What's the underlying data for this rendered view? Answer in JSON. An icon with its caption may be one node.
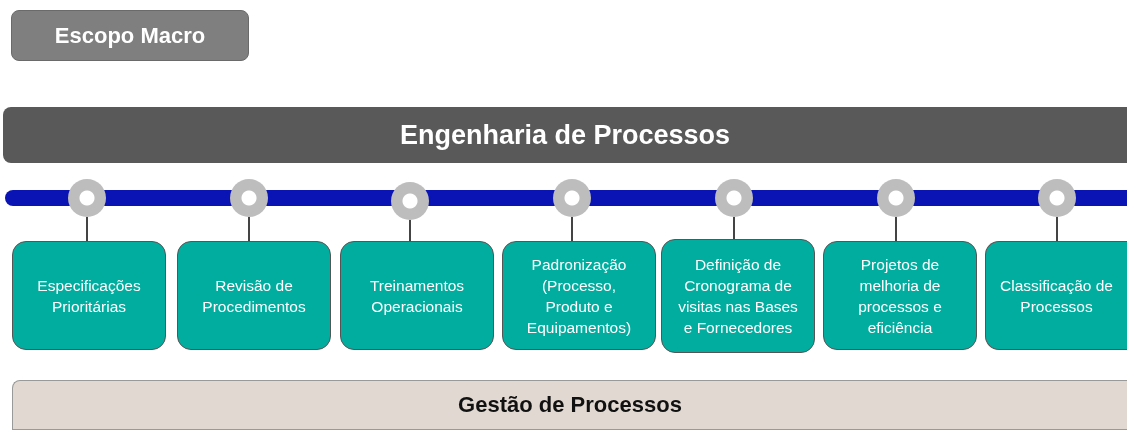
{
  "diagram": {
    "nodes": [
      {
        "text": [
          "Escopo Macro"
        ]
      },
      {
        "text": [
          "Engenharia de Processos"
        ]
      },
      {
        "text": [],
        "shape": "bar"
      },
      {
        "text": [],
        "shape": "circle"
      },
      {
        "text": [],
        "shape": "circle"
      },
      {
        "text": [],
        "shape": "circle"
      },
      {
        "text": [],
        "shape": "circle"
      },
      {
        "text": [],
        "shape": "circle"
      },
      {
        "text": [],
        "shape": "circle"
      },
      {
        "text": [],
        "shape": "circle"
      },
      {
        "text": [
          "Especificações Prioritárias"
        ]
      },
      {
        "text": [
          "Revisão de Procedimentos"
        ]
      },
      {
        "text": [
          "Treinamentos Operacionais"
        ]
      },
      {
        "text": [
          "Padronização (Processo, Produto e Equipamentos)"
        ]
      },
      {
        "text": [
          "Definição de Cronograma de visitas nas Bases e Fornecedores"
        ]
      },
      {
        "text": [
          "Projetos de melhoria de processos e eficiência"
        ]
      },
      {
        "text": [
          "Classificação de Processos"
        ]
      },
      {
        "text": [
          "Gestão de Processos"
        ]
      }
    ],
    "edges": [
      {
        "from": 3,
        "to": 10,
        "arrow": "none"
      },
      {
        "from": 4,
        "to": 11,
        "arrow": "none"
      },
      {
        "from": 5,
        "to": 12,
        "arrow": "none"
      },
      {
        "from": 6,
        "to": 13,
        "arrow": "none"
      },
      {
        "from": 7,
        "to": 14,
        "arrow": "none"
      },
      {
        "from": 8,
        "to": 15,
        "arrow": "none"
      },
      {
        "from": 9,
        "to": 16,
        "arrow": "none"
      }
    ]
  }
}
